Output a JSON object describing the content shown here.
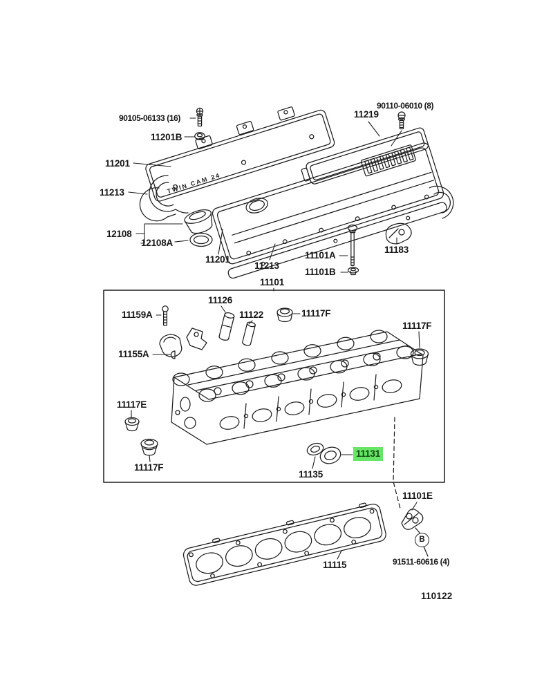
{
  "diagram": {
    "code": "110122",
    "cover_lettering": "TWIN CAM 24",
    "highlighted_part": "11131",
    "highlight_bg": "#66e566",
    "highlight_text": "#114711",
    "line_color": "#1c1c1c"
  },
  "labels": {
    "p90105": "90105-06133 (16)",
    "p11201b": "11201B",
    "p11219": "11219",
    "p90110": "90110-06010 (8)",
    "p11201_top": "11201",
    "p11213_top": "11213",
    "p12108": "12108",
    "p12108a": "12108A",
    "p11201_mid": "11201",
    "p11213_mid": "11213",
    "p11101a": "11101A",
    "p11101b": "11101B",
    "p11183": "11183",
    "p11101": "11101",
    "p11159a": "11159A",
    "p11126": "11126",
    "p11122": "11122",
    "p11117f_top": "11117F",
    "p11117f_right": "11117F",
    "p11155a": "11155A",
    "p11117e": "11117E",
    "p11117f_bottom": "11117F",
    "p11131": "11131",
    "p11135": "11135",
    "p11101e": "11101E",
    "b_ref": "B",
    "p91511": "91511-60616 (4)",
    "p11115": "11115"
  }
}
